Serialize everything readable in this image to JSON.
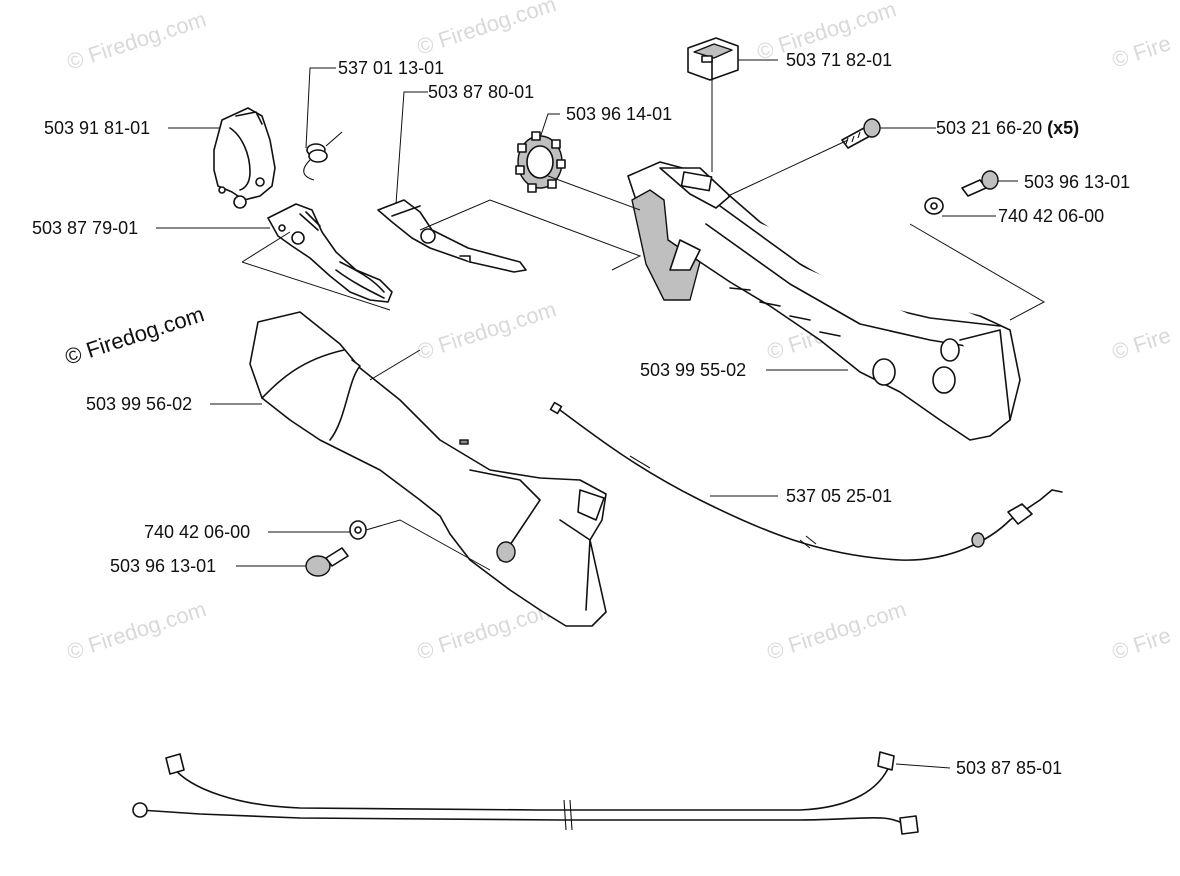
{
  "watermark": {
    "text": "© Firedog.com",
    "faint_text": "© Firedog.com",
    "faint_partial": "© Fire"
  },
  "parts": {
    "p1": {
      "number": "537 01 13-01"
    },
    "p2": {
      "number": "503 87 80-01"
    },
    "p3": {
      "number": "503 96 14-01"
    },
    "p4": {
      "number": "503 71 82-01"
    },
    "p5": {
      "number": "503 91 81-01"
    },
    "p6": {
      "number": "503 21 66-20",
      "qty": "(x5)"
    },
    "p7": {
      "number": "503 96 13-01"
    },
    "p8": {
      "number": "740 42 06-00"
    },
    "p9": {
      "number": "503 87 79-01"
    },
    "p10": {
      "number": "503 99 55-02"
    },
    "p11": {
      "number": "503 99 56-02"
    },
    "p12": {
      "number": "537 05 25-01"
    },
    "p13": {
      "number": "740 42 06-00"
    },
    "p14": {
      "number": "503 96 13-01"
    },
    "p15": {
      "number": "503 87 85-01"
    }
  },
  "colors": {
    "line": "#111111",
    "shade": "#bfbfbf",
    "watermark": "#d9d9d9"
  }
}
